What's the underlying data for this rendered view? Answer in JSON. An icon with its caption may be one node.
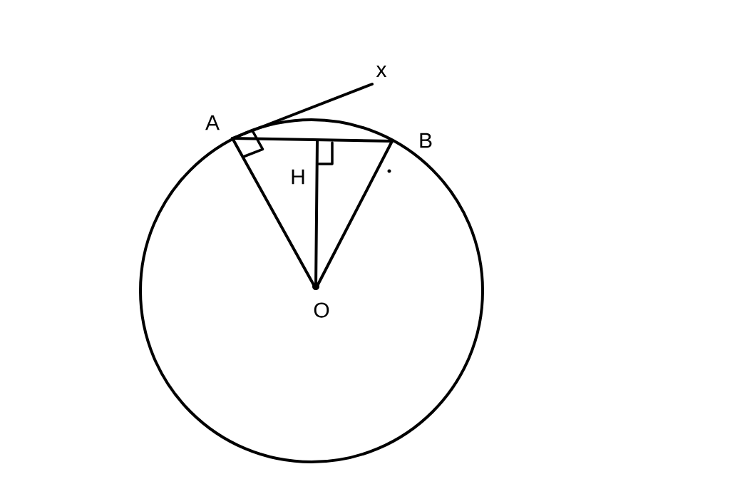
{
  "diagram": {
    "nodes": [
      {
        "text": [
          "A"
        ]
      },
      {
        "text": [
          "B"
        ]
      },
      {
        "text": [
          "H"
        ]
      },
      {
        "text": [
          "O"
        ]
      },
      {
        "text": [
          "x"
        ]
      }
    ],
    "edges": [
      {
        "from": 0,
        "to": 1,
        "arrow": "none"
      },
      {
        "from": 0,
        "to": 3,
        "arrow": "none"
      },
      {
        "from": 1,
        "to": 3,
        "arrow": "none"
      },
      {
        "from": 2,
        "to": 3,
        "arrow": "none"
      },
      {
        "from": 0,
        "to": 4,
        "arrow": "none"
      }
    ]
  }
}
